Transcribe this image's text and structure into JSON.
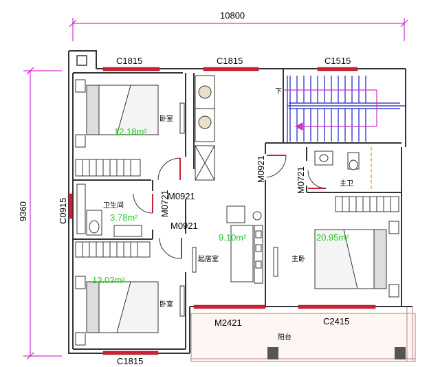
{
  "dimensions": {
    "width_label": "10800",
    "height_label": "9360"
  },
  "windows": {
    "top_left": "C1815",
    "top_middle": "C1815",
    "top_right": "C1515",
    "left_side": "C0915",
    "bottom_right": "C2415",
    "bottom_left": "C1815"
  },
  "doors": {
    "bedroom1": "M0921",
    "bathroom": "M0721",
    "bedroom2": "M0921",
    "master_bedroom": "M0921",
    "master_bath": "M0721",
    "balcony": "M2421"
  },
  "rooms": {
    "bedroom1": {
      "name": "卧室",
      "area": "12.18m²"
    },
    "bathroom": {
      "name": "卫生间",
      "area": "3.78m²"
    },
    "bedroom2": {
      "name": "卧室",
      "area": "13.03m²"
    },
    "living": {
      "name": "起居室",
      "area": "9.10m²"
    },
    "master_bedroom": {
      "name": "主卧",
      "area": "20.95m²"
    },
    "master_bath": {
      "name": "主卫"
    },
    "balcony": {
      "name": "阳台"
    },
    "stair_down": "下"
  },
  "colors": {
    "wall": "#333333",
    "dimension": "#cc00cc",
    "window": "#cc2233",
    "area_text": "#22cc22",
    "stair": "#1a1acc",
    "stair_arrow": "#cc33cc"
  }
}
